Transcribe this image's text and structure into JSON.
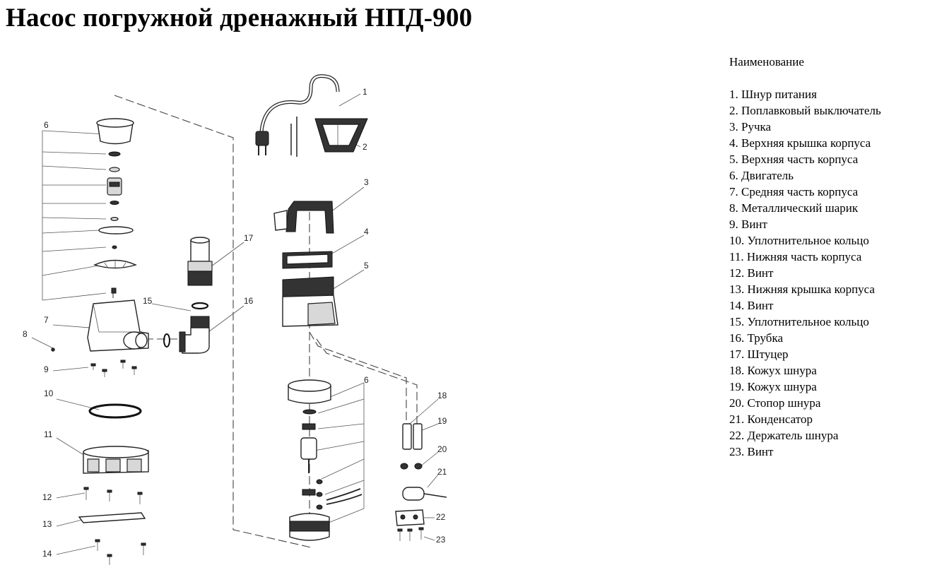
{
  "title": "Насос погружной дренажный НПД-900",
  "parts_header": "Наименование",
  "parts": [
    "1. Шнур питания",
    "2. Поплавковый выключатель",
    "3. Ручка",
    "4. Верхняя крышка корпуса",
    "5. Верхняя часть корпуса",
    "6. Двигатель",
    "7. Средняя часть корпуса",
    "8. Металлический шарик",
    "9. Винт",
    "10. Уплотнительное кольцо",
    "11. Нижняя часть корпуса",
    "12. Винт",
    "13. Нижняя крышка корпуса",
    "14. Винт",
    "15. Уплотнительное кольцо",
    "16. Трубка",
    "17. Штуцер",
    "18. Кожух шнура",
    "19. Кожух шнура",
    "20. Стопор шнура",
    "21. Конденсатор",
    "22. Держатель шнура",
    "23. Винт"
  ],
  "callouts": {
    "c1": "1",
    "c2": "2",
    "c3": "3",
    "c4": "4",
    "c5": "5",
    "c6a": "6",
    "c6b": "6",
    "c7": "7",
    "c8": "8",
    "c9": "9",
    "c10": "10",
    "c11": "11",
    "c12": "12",
    "c13": "13",
    "c14": "14",
    "c15": "15",
    "c16": "16",
    "c17": "17",
    "c18": "18",
    "c19": "19",
    "c20": "20",
    "c21": "21",
    "c22": "22",
    "c23": "23"
  }
}
